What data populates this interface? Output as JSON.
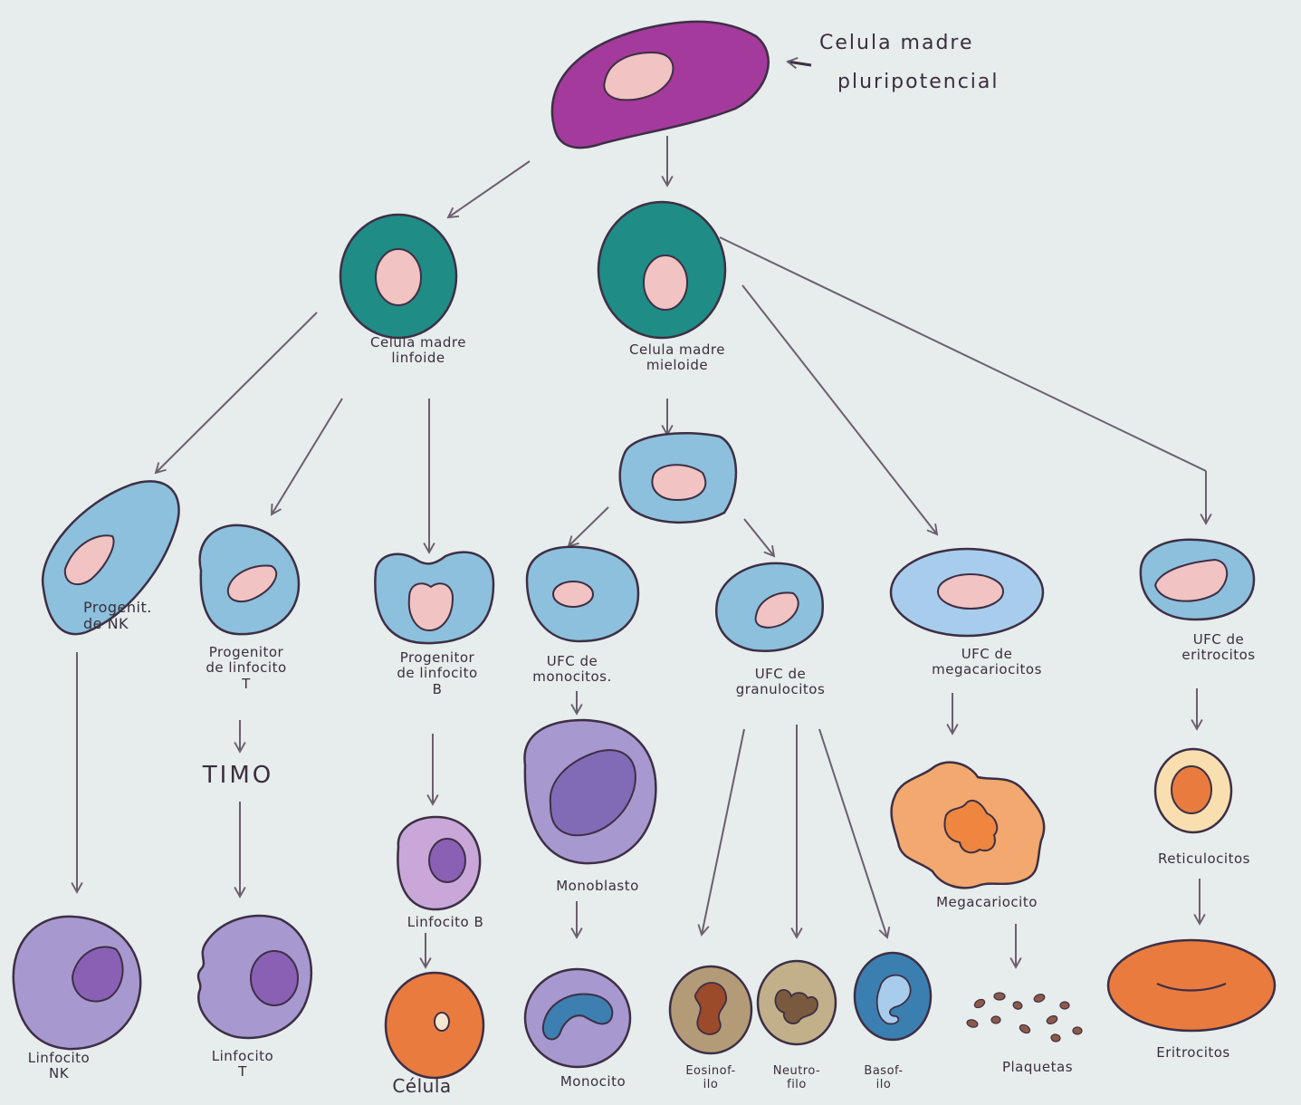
{
  "title": {
    "line1": "Celula madre",
    "line2": "pluripotencial"
  },
  "nodes": {
    "linfoide": "Celula madre\nlinfoide",
    "mieloide": "Celula madre\nmieloide",
    "prog_nk": "Progenit.\nde NK",
    "prog_t": "Progenitor\nde linfocito\nT",
    "timo": "TIMO",
    "prog_b": "Progenitor\nde linfocito\nB",
    "ufc_monocitos": "UFC de\nmonocitos.",
    "ufc_granulocitos": "UFC de\ngranulocitos",
    "ufc_megacariocitos": "UFC de\nmegacariocitos",
    "ufc_eritrocitos": "UFC de\neritrocitos",
    "linfocito_b": "Linfocito B",
    "monoblasto": "Monoblasto",
    "megacariocito": "Megacariocito",
    "reticulocitos": "Reticulocitos",
    "linfocito_nk": "Linfocito\nNK",
    "linfocito_t": "Linfocito\nT",
    "celula": "Célula",
    "monocito": "Monocito",
    "eosinofilo": "Eosinof-\nilo",
    "neutrofilo": "Neutro-\nfilo",
    "basofilo": "Basof-\nilo",
    "plaquetas": "Plaquetas",
    "eritrocitos": "Eritrocitos"
  },
  "colors": {
    "background": "#e7ecec",
    "pluripotent": "#a43a9c",
    "stem": "#1f8c86",
    "progenitor": "#8cc0dc",
    "nucleus": "#f1c3c2",
    "lymphocyte": "#a799cf",
    "orange": "#e97b3f",
    "megakaryocyte": "#f2a86e",
    "granulocyte": "#b39b78",
    "basophil": "#3b7fb0",
    "outline": "#3d2f45"
  }
}
